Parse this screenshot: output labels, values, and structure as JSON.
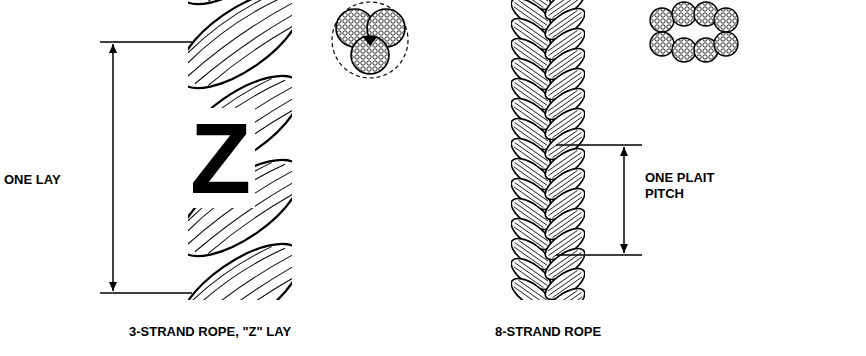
{
  "diagram": {
    "labels": [
      "ONE LAY",
      "Z",
      "3-STRAND ROPE, \"Z\" LAY",
      "ONE PLAIT PITCH",
      "8-STRAND ROPE"
    ]
  }
}
